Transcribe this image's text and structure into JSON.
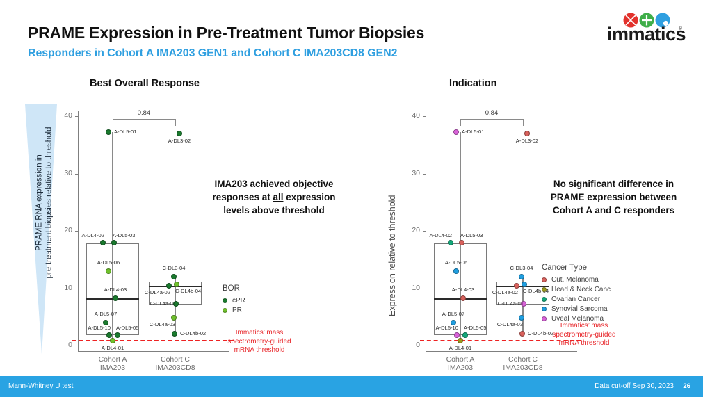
{
  "header": {
    "title": "PRAME Expression in Pre-Treatment Tumor Biopsies",
    "subtitle": "Responders in Cohort A IMA203 GEN1 and Cohort C IMA203CD8 GEN2",
    "logo_word": "immatics",
    "logo_registered": "®"
  },
  "axis_caption": {
    "line1": "PRAME RNA expression in",
    "line2": "pre-treatment biopsies relative to threshold",
    "full": "PRAME RNA expression in pre-treatment biopsies relative to threshold"
  },
  "annotations": {
    "left": {
      "part1": "IMA203 achieved objective responses at ",
      "emphasis": "all",
      "part2": " expression levels above threshold"
    },
    "right": "No significant difference in PRAME expression between Cohort A and C responders"
  },
  "threshold_note": {
    "line1": "Immatics’ mass",
    "line2": "spectrometry-guided",
    "line3": "mRNA threshold"
  },
  "footer": {
    "left": "Mann-Whitney U test",
    "right": "Data cut-off Sep 30, 2023",
    "page": "26"
  },
  "colors": {
    "brand_blue": "#29a3e3",
    "subtitle_blue": "#2f9fe0",
    "threshold_red": "#ee2222",
    "cPR": "#1a7a2e",
    "PR": "#6fc02c",
    "cut_melanoma": "#d9615c",
    "head_neck": "#9c9a1e",
    "ovarian": "#13a87a",
    "synovial": "#1f9ee0",
    "uveal": "#d962d9"
  },
  "chart_data": [
    {
      "type": "scatter",
      "id": "best-overall-response",
      "title": "Best Overall Response",
      "xlabel": "",
      "ylabel": "",
      "ylim": [
        0,
        41
      ],
      "yticks": [
        0,
        10,
        20,
        30,
        40
      ],
      "ytick_labels": [
        "0",
        "10",
        "20",
        "30",
        "40"
      ],
      "grid": false,
      "categories": [
        "Cohort A\nIMA203",
        "Cohort C\nIMA203CD8"
      ],
      "category_labels": [
        {
          "line1": "Cohort A",
          "line2": "IMA203"
        },
        {
          "line1": "Cohort C",
          "line2": "IMA203CD8"
        }
      ],
      "pvalue": "0.84",
      "threshold_value": 1.0,
      "legend": {
        "title": "BOR",
        "position": "right",
        "entries": [
          {
            "label": "cPR",
            "color": "#1a7a2e"
          },
          {
            "label": "PR",
            "color": "#6fc02c"
          }
        ]
      },
      "boxes": [
        {
          "group": "Cohort A",
          "q1": 1.8,
          "median": 8.2,
          "q3": 17.8,
          "whisker_low": 0.9,
          "whisker_high": 37.3
        },
        {
          "group": "Cohort C",
          "q1": 7.2,
          "median": 10.4,
          "q3": 11.2,
          "whisker_low": 2.1,
          "whisker_high": 12.0
        }
      ],
      "points": [
        {
          "group": "Cohort A",
          "label": "A-DL5-01",
          "value": 37.3,
          "category": "cPR",
          "color": "#1a7a2e",
          "label_pos": "right"
        },
        {
          "group": "Cohort A",
          "label": "A-DL4-02",
          "value": 17.9,
          "category": "cPR",
          "color": "#1a7a2e",
          "label_pos": "above-left"
        },
        {
          "group": "Cohort A",
          "label": "A-DL5-03",
          "value": 17.9,
          "category": "cPR",
          "color": "#1a7a2e",
          "label_pos": "above-right"
        },
        {
          "group": "Cohort A",
          "label": "A-DL5-06",
          "value": 13.0,
          "category": "PR",
          "color": "#6fc02c",
          "label_pos": "above"
        },
        {
          "group": "Cohort A",
          "label": "A-DL4-03",
          "value": 8.2,
          "category": "cPR",
          "color": "#1a7a2e",
          "label_pos": "above"
        },
        {
          "group": "Cohort A",
          "label": "A-DL5-07",
          "value": 4.0,
          "category": "cPR",
          "color": "#1a7a2e",
          "label_pos": "above"
        },
        {
          "group": "Cohort A",
          "label": "A-DL5-10",
          "value": 1.8,
          "category": "cPR",
          "color": "#1a7a2e",
          "label_pos": "above-left"
        },
        {
          "group": "Cohort A",
          "label": "A-DL5-05",
          "value": 1.8,
          "category": "cPR",
          "color": "#1a7a2e",
          "label_pos": "above-right"
        },
        {
          "group": "Cohort A",
          "label": "A-DL4-01",
          "value": 0.9,
          "category": "PR",
          "color": "#6fc02c",
          "label_pos": "below"
        },
        {
          "group": "Cohort C",
          "label": "A-DL3-02",
          "value": 37.0,
          "category": "cPR",
          "color": "#1a7a2e",
          "label_pos": "below"
        },
        {
          "group": "Cohort C",
          "label": "C-DL3-04",
          "value": 12.0,
          "category": "cPR",
          "color": "#1a7a2e",
          "label_pos": "above"
        },
        {
          "group": "Cohort C",
          "label": "C-DL4a-02",
          "value": 10.4,
          "category": "cPR",
          "color": "#1a7a2e",
          "label_pos": "below-left"
        },
        {
          "group": "Cohort C",
          "label": "C-DL4b-04",
          "value": 10.7,
          "category": "PR",
          "color": "#6fc02c",
          "label_pos": "below-right"
        },
        {
          "group": "Cohort C",
          "label": "C-DL4a-01",
          "value": 7.3,
          "category": "cPR",
          "color": "#1a7a2e",
          "label_pos": "left"
        },
        {
          "group": "Cohort C",
          "label": "C-DL4a-03",
          "value": 4.9,
          "category": "PR",
          "color": "#6fc02c",
          "label_pos": "below-left"
        },
        {
          "group": "Cohort C",
          "label": "C-DL4b-02",
          "value": 2.1,
          "category": "cPR",
          "color": "#1a7a2e",
          "label_pos": "right"
        }
      ]
    },
    {
      "type": "scatter",
      "id": "indication",
      "title": "Indication",
      "xlabel": "",
      "ylabel": "Expression relative to threshold",
      "ylim": [
        0,
        41
      ],
      "yticks": [
        0,
        10,
        20,
        30,
        40
      ],
      "ytick_labels": [
        "0",
        "10",
        "20",
        "30",
        "40"
      ],
      "grid": false,
      "categories": [
        "Cohort A\nIMA203",
        "Cohort C\nIMA203CD8"
      ],
      "category_labels": [
        {
          "line1": "Cohort A",
          "line2": "IMA203"
        },
        {
          "line1": "Cohort C",
          "line2": "IMA203CD8"
        }
      ],
      "pvalue": "0.84",
      "threshold_value": 1.0,
      "legend": {
        "title": "Cancer Type",
        "position": "right",
        "entries": [
          {
            "label": "Cut. Melanoma",
            "color": "#d9615c"
          },
          {
            "label": "Head & Neck Canc",
            "color": "#9c9a1e"
          },
          {
            "label": "Ovarian Cancer",
            "color": "#13a87a"
          },
          {
            "label": "Synovial Sarcoma",
            "color": "#1f9ee0"
          },
          {
            "label": "Uveal Melanoma",
            "color": "#d962d9"
          }
        ]
      },
      "boxes": [
        {
          "group": "Cohort A",
          "q1": 1.8,
          "median": 8.2,
          "q3": 17.8,
          "whisker_low": 0.9,
          "whisker_high": 37.3
        },
        {
          "group": "Cohort C",
          "q1": 7.2,
          "median": 10.4,
          "q3": 11.2,
          "whisker_low": 2.1,
          "whisker_high": 12.0
        }
      ],
      "points": [
        {
          "group": "Cohort A",
          "label": "A-DL5-01",
          "value": 37.3,
          "category": "Uveal Melanoma",
          "color": "#d962d9",
          "label_pos": "right"
        },
        {
          "group": "Cohort A",
          "label": "A-DL4-02",
          "value": 17.9,
          "category": "Ovarian Cancer",
          "color": "#13a87a",
          "label_pos": "above-left"
        },
        {
          "group": "Cohort A",
          "label": "A-DL5-03",
          "value": 17.9,
          "category": "Cut. Melanoma",
          "color": "#d9615c",
          "label_pos": "above-right"
        },
        {
          "group": "Cohort A",
          "label": "A-DL5-06",
          "value": 13.0,
          "category": "Synovial Sarcoma",
          "color": "#1f9ee0",
          "label_pos": "above"
        },
        {
          "group": "Cohort A",
          "label": "A-DL4-03",
          "value": 8.2,
          "category": "Cut. Melanoma",
          "color": "#d9615c",
          "label_pos": "above"
        },
        {
          "group": "Cohort A",
          "label": "A-DL5-07",
          "value": 4.0,
          "category": "Synovial Sarcoma",
          "color": "#1f9ee0",
          "label_pos": "above"
        },
        {
          "group": "Cohort A",
          "label": "A-DL5-10",
          "value": 1.8,
          "category": "Uveal Melanoma",
          "color": "#d962d9",
          "label_pos": "above-left"
        },
        {
          "group": "Cohort A",
          "label": "A-DL5-05",
          "value": 1.8,
          "category": "Ovarian Cancer",
          "color": "#13a87a",
          "label_pos": "above-right"
        },
        {
          "group": "Cohort A",
          "label": "A-DL4-01",
          "value": 0.9,
          "category": "Head & Neck Canc",
          "color": "#9c9a1e",
          "label_pos": "below"
        },
        {
          "group": "Cohort C",
          "label": "A-DL3-02",
          "value": 37.0,
          "category": "Cut. Melanoma",
          "color": "#d9615c",
          "label_pos": "below"
        },
        {
          "group": "Cohort C",
          "label": "C-DL3-04",
          "value": 12.0,
          "category": "Synovial Sarcoma",
          "color": "#1f9ee0",
          "label_pos": "above"
        },
        {
          "group": "Cohort C",
          "label": "C-DL4a-02",
          "value": 10.4,
          "category": "Cut. Melanoma",
          "color": "#d9615c",
          "label_pos": "below-left"
        },
        {
          "group": "Cohort C",
          "label": "C-DL4b-04",
          "value": 10.7,
          "category": "Synovial Sarcoma",
          "color": "#1f9ee0",
          "label_pos": "below-right"
        },
        {
          "group": "Cohort C",
          "label": "C-DL4a-01",
          "value": 7.3,
          "category": "Uveal Melanoma",
          "color": "#d962d9",
          "label_pos": "left"
        },
        {
          "group": "Cohort C",
          "label": "C-DL4a-03",
          "value": 4.9,
          "category": "Synovial Sarcoma",
          "color": "#1f9ee0",
          "label_pos": "below-left"
        },
        {
          "group": "Cohort C",
          "label": "C-DL4b-02",
          "value": 2.1,
          "category": "Cut. Melanoma",
          "color": "#d9615c",
          "label_pos": "right"
        }
      ]
    }
  ]
}
